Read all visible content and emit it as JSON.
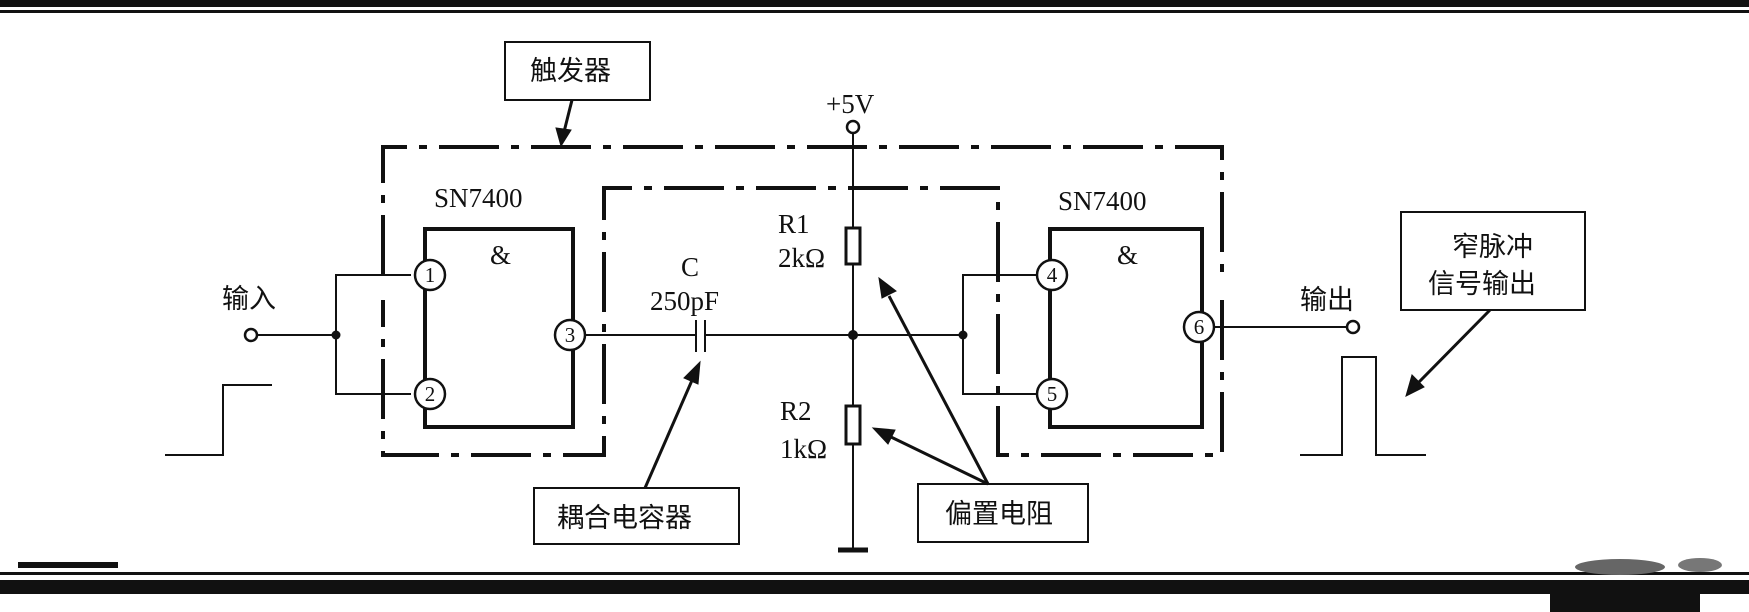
{
  "labels": {
    "trigger": "触发器",
    "ic_left": "SN7400",
    "ic_right": "SN7400",
    "and_left": "&",
    "and_right": "&",
    "input": "输入",
    "output": "输出",
    "supply": "+5V",
    "cap_name": "C",
    "cap_value": "250pF",
    "r1_name": "R1",
    "r1_value": "2kΩ",
    "r2_name": "R2",
    "r2_value": "1kΩ",
    "coupling_cap": "耦合电容器",
    "bias_resistor": "偏置电阻",
    "pulse_line1": "窄脉冲",
    "pulse_line2": "信号输出"
  },
  "pins": [
    "1",
    "2",
    "3",
    "4",
    "5",
    "6"
  ]
}
